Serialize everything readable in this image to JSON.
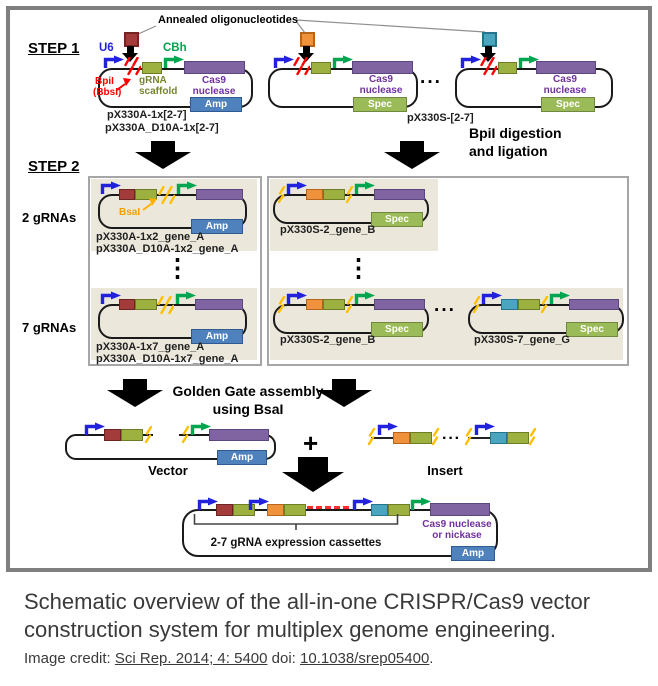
{
  "colors": {
    "frame_gray": "#7f7f7f",
    "panel_beige": "#ebe8db",
    "container_border_gray": "#a6a6a6",
    "promoter_blue": "#2222dd",
    "promoter_green": "#00a550",
    "cas9_purple_box": "#8064a2",
    "purple_text": "#7030a0",
    "amp_blue": "#4f81bd",
    "spec_green": "#9bbb59",
    "scaffold_olive": "#9cb13f",
    "oligo_dark_red": "#a33b3b",
    "oligo_orange": "#f0913c",
    "oligo_teal": "#4aa6bf",
    "cut_red": "#ff0000",
    "cut_yellow": "#ffc000",
    "caption_gray": "#3a3a3a"
  },
  "step1": {
    "label": "STEP 1",
    "annealed_oligos_label": "Annealed oligonucleotides",
    "u6_promoter": "U6",
    "cbh_promoter": "CBh",
    "bpil_enzyme": "BpiI",
    "bpil_alt": "(BbsI)",
    "grna_scaffold_line1": "gRNA",
    "grna_scaffold_line2": "scaffold",
    "cas9_line1": "Cas9 nuclease",
    "cas9_line2": "or nickase",
    "cas9_nuclease": "Cas9 nuclease",
    "amp_marker": "Amp",
    "spec_marker": "Spec",
    "plasmid_a_name_1": "pX330A-1x[2-7]",
    "plasmid_a_name_2": "pX330A_D10A-1x[2-7]",
    "plasmid_s_name": "pX330S-[2-7]",
    "digestion_line1": "BpiI digestion",
    "digestion_line2": "and ligation",
    "ellipsis": "···"
  },
  "step2": {
    "label": "STEP 2",
    "row_2grnas_label": "2 gRNAs",
    "row_7grnas_label": "7 gRNAs",
    "bsal_enzyme": "BsaI",
    "amp_marker": "Amp",
    "spec_marker": "Spec",
    "plasmid_a2_name_1": "pX330A-1x2_gene_A",
    "plasmid_a2_name_2": "pX330A_D10A-1x2_gene_A",
    "plasmid_a7_name_1": "pX330A-1x7_gene_A",
    "plasmid_a7_name_2": "pX330A_D10A-1x7_gene_A",
    "plasmid_s2_name": "pX330S-2_gene_B",
    "plasmid_s7_name": "pX330S-7_gene_G",
    "ellipsis": "···",
    "vertical_ellipsis": "⋮"
  },
  "assembly": {
    "title_line1": "Golden Gate assembly",
    "title_line2": "using BsaI",
    "vector_label": "Vector",
    "plus": "+",
    "insert_label": "Insert",
    "amp_marker": "Amp",
    "ellipsis": "···"
  },
  "final_construct": {
    "cassettes_label": "2-7 gRNA expression cassettes",
    "cas9_line1": "Cas9 nuclease",
    "cas9_line2": "or nickase",
    "amp_marker": "Amp"
  },
  "caption": {
    "line1": "Schematic overview of the all-in-one CRISPR/Cas9 vector",
    "line2": "construction system for multiplex genome engineering.",
    "credit_prefix": "Image credit: ",
    "credit_citation": "Sci Rep. 2014; 4: 5400",
    "credit_doi_label": " doi:  ",
    "credit_doi": "10.1038/srep05400",
    "credit_period": "."
  }
}
